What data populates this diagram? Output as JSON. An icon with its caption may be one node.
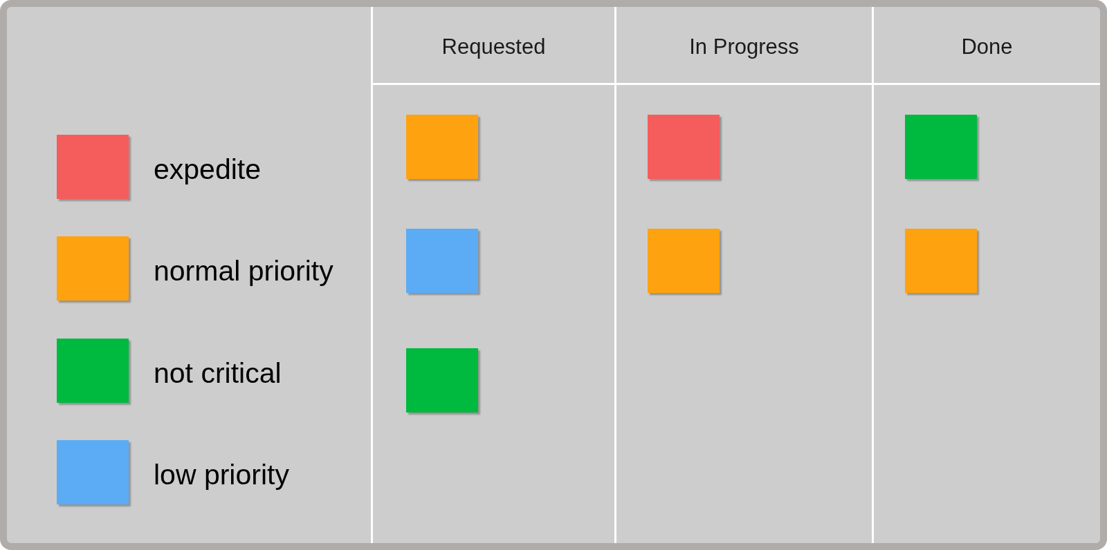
{
  "diagram": {
    "nodes": [
      {
        "text": [
          "Requested"
        ]
      },
      {
        "text": [],
        "shape": "box",
        "in": 0
      },
      {
        "text": [],
        "shape": "box",
        "in": 0
      },
      {
        "text": [],
        "shape": "box",
        "in": 0
      },
      {
        "text": [
          "In Progress"
        ]
      },
      {
        "text": [],
        "shape": "box",
        "in": 4
      },
      {
        "text": [],
        "shape": "box",
        "in": 4
      },
      {
        "text": [
          "Done"
        ]
      },
      {
        "text": [],
        "shape": "box",
        "in": 7
      },
      {
        "text": [],
        "shape": "box",
        "in": 7
      }
    ],
    "legend": [
      {
        "text": "expedite",
        "color": "#f55c5c"
      },
      {
        "text": "normal priority",
        "color": "#ffa210"
      },
      {
        "text": "not critical",
        "color": "#00b93f"
      },
      {
        "text": "low priority",
        "color": "#5cabf5"
      }
    ]
  }
}
